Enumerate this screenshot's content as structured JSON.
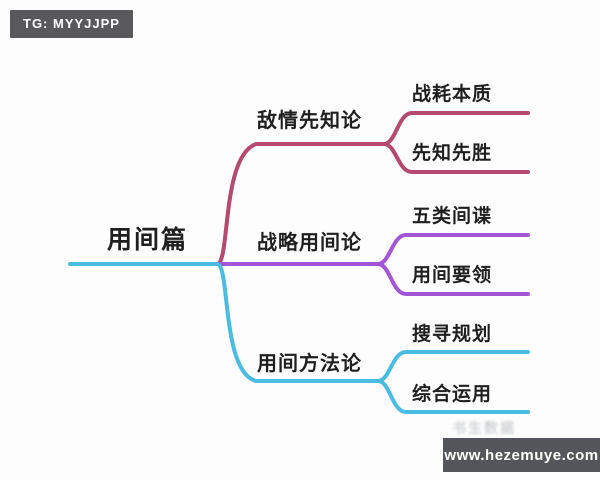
{
  "badge": {
    "label": "TG: MYYJJPP"
  },
  "mindmap": {
    "root": {
      "label": "用间篇"
    },
    "branches": [
      {
        "label": "敌情先知论",
        "children": [
          {
            "label": "战耗本质"
          },
          {
            "label": "先知先胜"
          }
        ]
      },
      {
        "label": "战略用间论",
        "children": [
          {
            "label": "五类间谍"
          },
          {
            "label": "用间要领"
          }
        ]
      },
      {
        "label": "用间方法论",
        "children": [
          {
            "label": "搜寻规划"
          },
          {
            "label": "综合运用"
          }
        ]
      }
    ]
  },
  "watermarks": {
    "faint_text": "书生数据",
    "site": "www.hezemuye.com"
  },
  "colors": {
    "branch_red": "#b5496f",
    "branch_purple": "#a256d6",
    "branch_cyan": "#49bce2",
    "badge_bg": "#59595b",
    "footer_bg": "#55565b",
    "text": "#1f1f1f"
  }
}
